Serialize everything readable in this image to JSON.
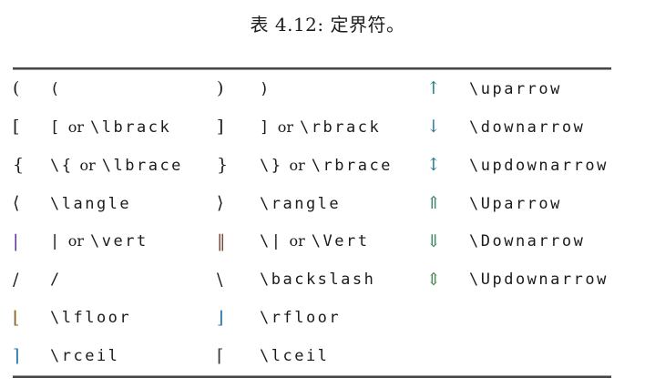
{
  "caption": "表 4.12: 定界符。",
  "colors": {
    "background": "#ffffff",
    "text": "#1c1c1c",
    "rule_dark": "#474747",
    "rule_light": "#9a9a9a",
    "symbol_default": "#1c1c1c",
    "symbol_colors": {
      "|": "#5c2e9e",
      "‖": "#7c4a3a",
      "⌊": "#8a6420",
      "⌋": "#2878a8",
      "⌉": "#2878a8",
      "⌈": "#3a3a3a",
      "↑": "#1f7f8f",
      "↓": "#33789f",
      "↕": "#1f7f8f",
      "⇑": "#3f8a68",
      "⇓": "#3f8a68",
      "⇕": "#4f8a58"
    }
  },
  "table": {
    "rows": [
      {
        "c1s": "(",
        "c1c": [
          "("
        ],
        "c2s": ")",
        "c2c": [
          ")"
        ],
        "c3s": "↑",
        "c3c": [
          "\\uparrow"
        ]
      },
      {
        "c1s": "[",
        "c1c": [
          "[",
          "or",
          "\\lbrack"
        ],
        "c2s": "]",
        "c2c": [
          "]",
          "or",
          "\\rbrack"
        ],
        "c3s": "↓",
        "c3c": [
          "\\downarrow"
        ]
      },
      {
        "c1s": "{",
        "c1c": [
          "\\{",
          "or",
          "\\lbrace"
        ],
        "c2s": "}",
        "c2c": [
          "\\}",
          "or",
          "\\rbrace"
        ],
        "c3s": "↕",
        "c3c": [
          "\\updownarrow"
        ]
      },
      {
        "c1s": "⟨",
        "c1c": [
          "\\langle"
        ],
        "c2s": "⟩",
        "c2c": [
          "\\rangle"
        ],
        "c3s": "⇑",
        "c3c": [
          "\\Uparrow"
        ]
      },
      {
        "c1s": "|",
        "c1c": [
          "|",
          "or",
          "\\vert"
        ],
        "c2s": "‖",
        "c2c": [
          "\\|",
          "or",
          "\\Vert"
        ],
        "c3s": "⇓",
        "c3c": [
          "\\Downarrow"
        ]
      },
      {
        "c1s": "/",
        "c1c": [
          "/"
        ],
        "c2s": "\\",
        "c2c": [
          "\\backslash"
        ],
        "c3s": "⇕",
        "c3c": [
          "\\Updownarrow"
        ]
      },
      {
        "c1s": "⌊",
        "c1c": [
          "\\lfloor"
        ],
        "c2s": "⌋",
        "c2c": [
          "\\rfloor"
        ],
        "c3s": "",
        "c3c": []
      },
      {
        "c1s": "⌉",
        "c1c": [
          "\\rceil"
        ],
        "c2s": "⌈",
        "c2c": [
          "\\lceil"
        ],
        "c3s": "",
        "c3c": []
      }
    ]
  }
}
